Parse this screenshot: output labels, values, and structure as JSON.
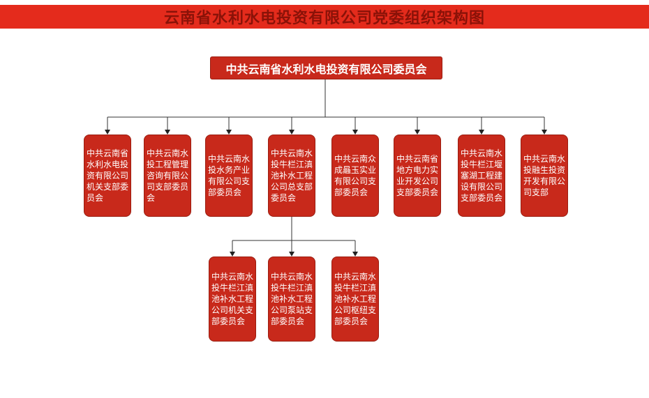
{
  "page": {
    "title": "云南省水利水电投资有限公司党委组织架构图"
  },
  "colors": {
    "banner_bg": "#e42b1c",
    "banner_text": "#8a1208",
    "node_bg": "#c8291b",
    "node_border": "#9a1c0f",
    "node_text": "#ffffff",
    "connector": "#333333",
    "page_bg": "#ffffff"
  },
  "org": {
    "root": {
      "label": "中共云南省水利水电投资有限公司委员会"
    },
    "children": [
      {
        "label": "中共云南省水利水电投资有限公司机关支部委员会"
      },
      {
        "label": "中共云南水投工程管理咨询有限公司支部委员会"
      },
      {
        "label": "中共云南水投水务产业有限公司支部委员会"
      },
      {
        "label": "中共云南水投牛栏江滇池补水工程公司总支部委员会",
        "children": [
          {
            "label": "中共云南水投牛栏江滇池补水工程公司机关支部委员会"
          },
          {
            "label": "中共云南水投牛栏江滇池补水工程公司泵站支部委员会"
          },
          {
            "label": "中共云南水投牛栏江滇池补水工程公司枢纽支部委员会"
          }
        ]
      },
      {
        "label": "中共云南众成曧玉实业有限公司支部委员会"
      },
      {
        "label": "中共云南省地方电力实业开发公司支部委员会"
      },
      {
        "label": "中共云南水投牛栏江堰塞湖工程建设有限公司支部委员会"
      },
      {
        "label": "中共云南水投融生投资开发有限公司支部"
      }
    ]
  }
}
